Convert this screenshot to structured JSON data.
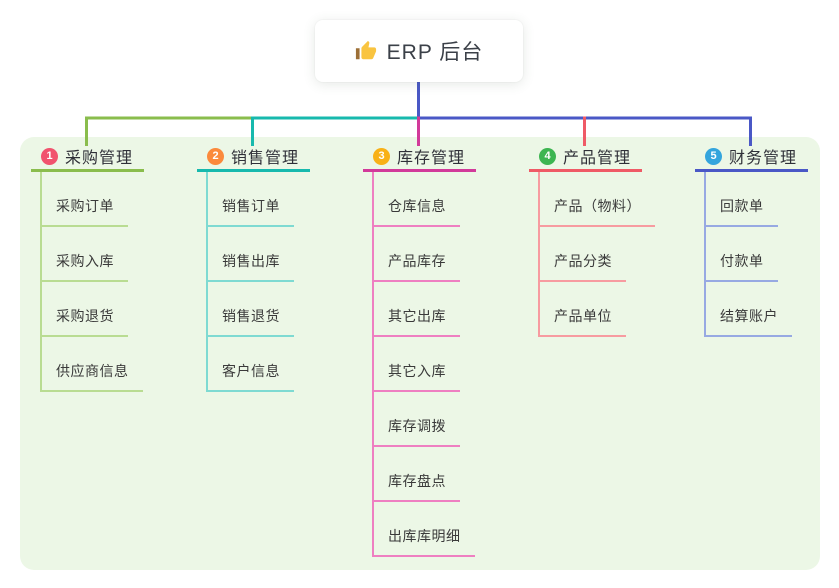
{
  "root": {
    "title": "ERP 后台",
    "icon": "thumbs-up-icon"
  },
  "canvas": {
    "panel_bg": "#ecf7e6",
    "root_line_color": "#4a58c6"
  },
  "branches": [
    {
      "badge": "1",
      "label": "采购管理",
      "colors": {
        "badge": "#f1536e",
        "line": "#8abd4d",
        "child_line": "#b9dc92"
      },
      "children": [
        "采购订单",
        "采购入库",
        "采购退货",
        "供应商信息"
      ]
    },
    {
      "badge": "2",
      "label": "销售管理",
      "colors": {
        "badge": "#fb8a3c",
        "line": "#17b9ad",
        "child_line": "#7edad2"
      },
      "children": [
        "销售订单",
        "销售出库",
        "销售退货",
        "客户信息"
      ]
    },
    {
      "badge": "3",
      "label": "库存管理",
      "colors": {
        "badge": "#f8b117",
        "line": "#d23a9a",
        "child_line": "#ee7fc1"
      },
      "children": [
        "仓库信息",
        "产品库存",
        "其它出库",
        "其它入库",
        "库存调拨",
        "库存盘点",
        "出库库明细"
      ]
    },
    {
      "badge": "4",
      "label": "产品管理",
      "colors": {
        "badge": "#3db551",
        "line": "#ef5a66",
        "child_line": "#f79ba0"
      },
      "children": [
        "产品（物料）",
        "产品分类",
        "产品单位"
      ]
    },
    {
      "badge": "5",
      "label": "财务管理",
      "colors": {
        "badge": "#34a5dd",
        "line": "#4a58c6",
        "child_line": "#97a9e2"
      },
      "children": [
        "回款单",
        "付款单",
        "结算账户"
      ]
    }
  ]
}
